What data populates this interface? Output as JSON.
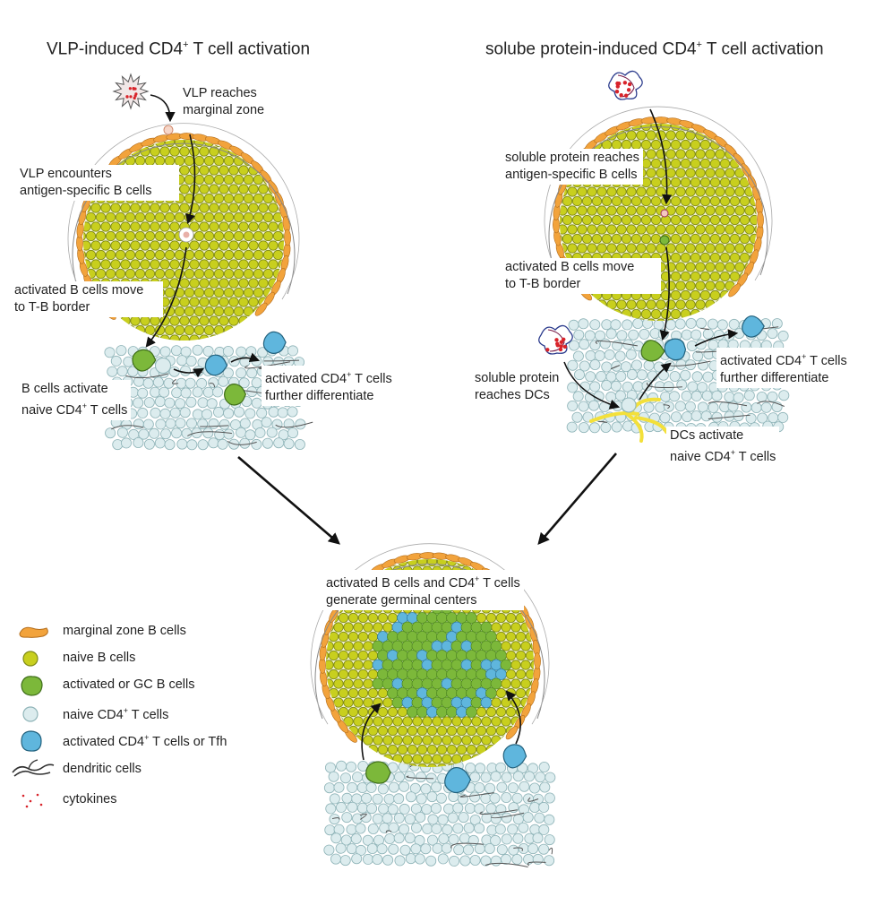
{
  "titles": {
    "left": {
      "text": "VLP-induced CD4",
      "sup": "+",
      "tail": " T cell activation"
    },
    "right": {
      "text": "solube protein-induced CD4",
      "sup": "+",
      "tail": " T cell activation"
    }
  },
  "labels": {
    "vlp_reaches": [
      "VLP reaches",
      "marginal zone"
    ],
    "vlp_encounters": [
      "VLP encounters",
      "antigen-specific B cells"
    ],
    "left_move": [
      "activated B cells move",
      "to T-B border"
    ],
    "left_b_activate": [
      "B cells activate",
      "naive CD4+ T cells"
    ],
    "left_differentiate": [
      "activated CD4+ T cells",
      "further differentiate"
    ],
    "soluble_reaches_b": [
      "soluble protein reaches",
      "antigen-specific B cells"
    ],
    "right_move": [
      "activated B cells move",
      "to T-B border"
    ],
    "soluble_reaches_dc": [
      "soluble protein",
      "reaches DCs"
    ],
    "right_differentiate": [
      "activated CD4+ T cells",
      "further differentiate"
    ],
    "dc_activate": [
      "DCs activate",
      "naive CD4+ T cells"
    ],
    "germinal": [
      "activated B cells and CD4+ T cells",
      "generate germinal centers"
    ]
  },
  "legend": [
    {
      "icon": "marginal-zone-b-cell-icon",
      "text": "marginal zone B cells"
    },
    {
      "icon": "naive-b-cell-icon",
      "text": "naive B cells"
    },
    {
      "icon": "activated-b-cell-icon",
      "text": "activated or GC B cells"
    },
    {
      "icon": "naive-t-cell-icon",
      "text": "naive CD4+ T cells"
    },
    {
      "icon": "activated-t-cell-icon",
      "text": "activated CD4+ T cells or Tfh"
    },
    {
      "icon": "dendritic-cell-icon",
      "text": "dendritic cells"
    },
    {
      "icon": "cytokine-icon",
      "text": "cytokines"
    }
  ],
  "colors": {
    "naive_b": "#c8cf1e",
    "naive_b_stroke": "#7f8a16",
    "marginal_b": "#f2a33c",
    "activated_b": "#7cb83a",
    "naive_t": "#dcecee",
    "naive_t_stroke": "#8fb4b8",
    "activated_t": "#5fb6dd",
    "dendritic": "#f3e03a",
    "cytokine": "#d8232a"
  }
}
